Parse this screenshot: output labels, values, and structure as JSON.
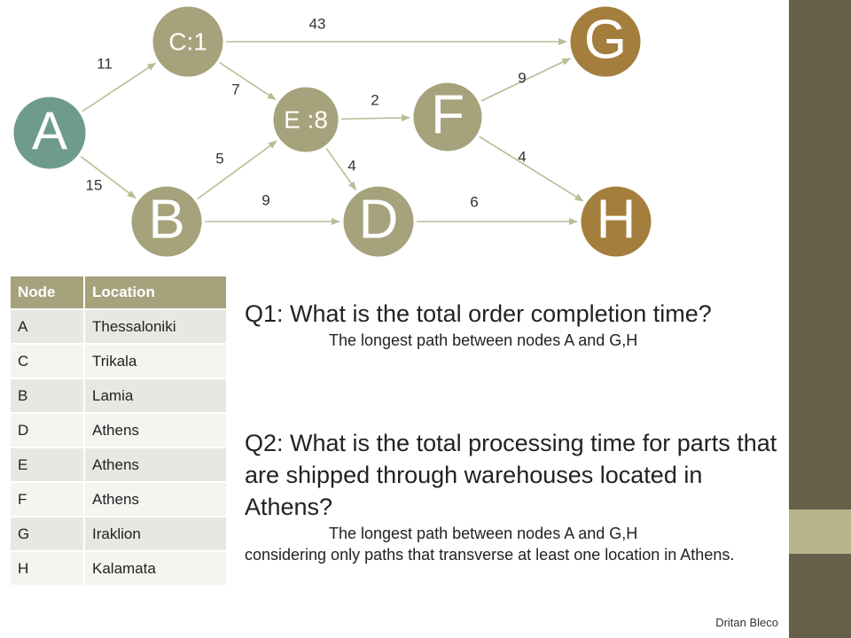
{
  "graph": {
    "nodes": [
      {
        "id": "A",
        "label": "A",
        "color": "#6f9a8e",
        "font_size": 60
      },
      {
        "id": "B",
        "label": "B",
        "color": "#a6a27c",
        "font_size": 62
      },
      {
        "id": "C",
        "label": "C:1",
        "color": "#a6a27c",
        "font_size": 28
      },
      {
        "id": "D",
        "label": "D",
        "color": "#a6a27c",
        "font_size": 62
      },
      {
        "id": "E",
        "label": "E :8",
        "color": "#a6a27c",
        "font_size": 28
      },
      {
        "id": "F",
        "label": "F",
        "color": "#a6a27c",
        "font_size": 62
      },
      {
        "id": "G",
        "label": "G",
        "color": "#a47e3c",
        "font_size": 62
      },
      {
        "id": "H",
        "label": "H",
        "color": "#a47e3c",
        "font_size": 62
      }
    ],
    "edges": [
      {
        "from": "A",
        "to": "C",
        "weight": "11"
      },
      {
        "from": "A",
        "to": "B",
        "weight": "15"
      },
      {
        "from": "C",
        "to": "G",
        "weight": "43"
      },
      {
        "from": "C",
        "to": "E",
        "weight": "7"
      },
      {
        "from": "B",
        "to": "E",
        "weight": "5"
      },
      {
        "from": "B",
        "to": "D",
        "weight": "9"
      },
      {
        "from": "E",
        "to": "F",
        "weight": "2"
      },
      {
        "from": "E",
        "to": "D",
        "weight": "4"
      },
      {
        "from": "F",
        "to": "G",
        "weight": "9"
      },
      {
        "from": "F",
        "to": "H",
        "weight": "4"
      },
      {
        "from": "D",
        "to": "H",
        "weight": "6"
      }
    ],
    "edge_color": "#b9bd95"
  },
  "table": {
    "headers": [
      "Node",
      "Location"
    ],
    "rows": [
      [
        "A",
        "Thessaloniki"
      ],
      [
        "C",
        "Trikala"
      ],
      [
        "B",
        "Lamia"
      ],
      [
        "D",
        "Athens"
      ],
      [
        "E",
        "Athens"
      ],
      [
        "F",
        "Athens"
      ],
      [
        "G",
        "Iraklion"
      ],
      [
        "H",
        "Kalamata"
      ]
    ]
  },
  "q1": {
    "title": "Q1: What is the total order completion time?",
    "answer": "The longest path between nodes A and G,H"
  },
  "q2": {
    "title": "Q2: What is the total processing time for parts that are shipped through warehouses located in Athens?",
    "answer_line1": "The longest path between nodes A and G,H",
    "answer_rest": "considering only paths that transverse at least one location in Athens."
  },
  "credit": "Dritan Bleco"
}
